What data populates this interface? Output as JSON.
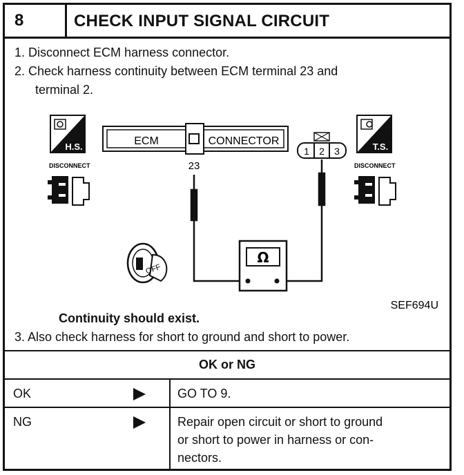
{
  "header": {
    "step_number": "8",
    "title": "CHECK INPUT SIGNAL CIRCUIT"
  },
  "steps": {
    "s1": "1. Disconnect ECM harness connector.",
    "s2a": "2. Check harness continuity between ECM terminal 23 and",
    "s2b": "terminal 2.",
    "s3": "3. Also check harness for short to ground and short to power."
  },
  "diagram": {
    "hs_label": "H.S.",
    "ts_label": "T.S.",
    "disconnect_left": "DISCONNECT",
    "disconnect_right": "DISCONNECT",
    "ecm_label": "ECM",
    "connector_label": "CONNECTOR",
    "terminal_23": "23",
    "pin1": "1",
    "pin2": "2",
    "pin3": "3",
    "ohm_symbol": "Ω",
    "off_label": "OFF",
    "figure_code": "SEF694U"
  },
  "result_note": "Continuity should exist.",
  "ok_ng_heading": "OK or NG",
  "results": [
    {
      "status": "OK",
      "action_lines": [
        "GO TO 9."
      ]
    },
    {
      "status": "NG",
      "action_lines": [
        "Repair open circuit or short to ground",
        "or short to power in harness or con-",
        "nectors."
      ]
    }
  ]
}
